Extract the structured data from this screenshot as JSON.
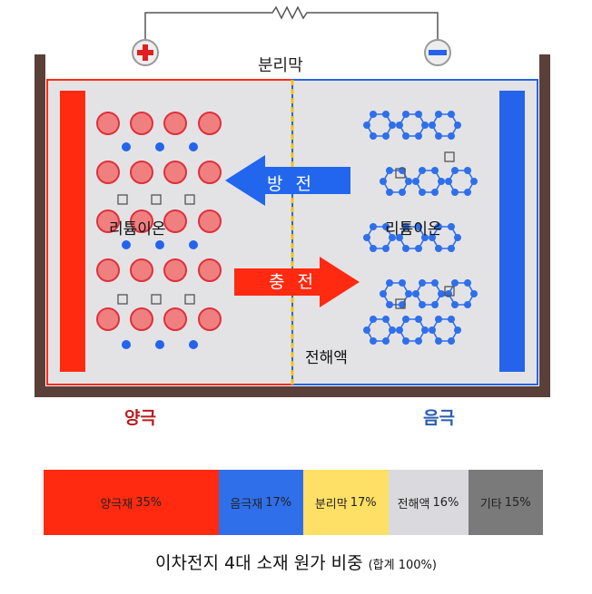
{
  "terminals": {
    "positive": "+",
    "negative": "−"
  },
  "labels": {
    "separator": "분리막",
    "lithium_ion_left": "리튬이온",
    "lithium_ion_right": "리튬이온",
    "electrolyte": "전해액",
    "cathode": "양극",
    "anode": "음극",
    "discharge": "방 전",
    "charge": "충 전"
  },
  "colors": {
    "cathode": "#ff2a10",
    "anode": "#2563eb",
    "separator": "#f0c419",
    "cathode_label": "#b91c1c",
    "anode_label": "#2a5db0",
    "container": "#5a4038",
    "cell_fill": "#e3e3e6"
  },
  "cost": {
    "caption": "이차전지 4대 소재 원가 비중",
    "note": "(합계 100%)",
    "segments": [
      {
        "label": "양극재",
        "pct": "35%",
        "value": 35,
        "color": "#ff2a10",
        "text_color": "#222222"
      },
      {
        "label": "음극재",
        "pct": "17%",
        "value": 17,
        "color": "#2f6fea",
        "text_color": "#222222"
      },
      {
        "label": "분리막",
        "pct": "17%",
        "value": 17,
        "color": "#ffe066",
        "text_color": "#222222"
      },
      {
        "label": "전해액",
        "pct": "16%",
        "value": 16,
        "color": "#d9d9de",
        "text_color": "#222222"
      },
      {
        "label": "기타",
        "pct": "15%",
        "value": 15,
        "color": "#7a7a7a",
        "text_color": "#222222"
      }
    ]
  }
}
